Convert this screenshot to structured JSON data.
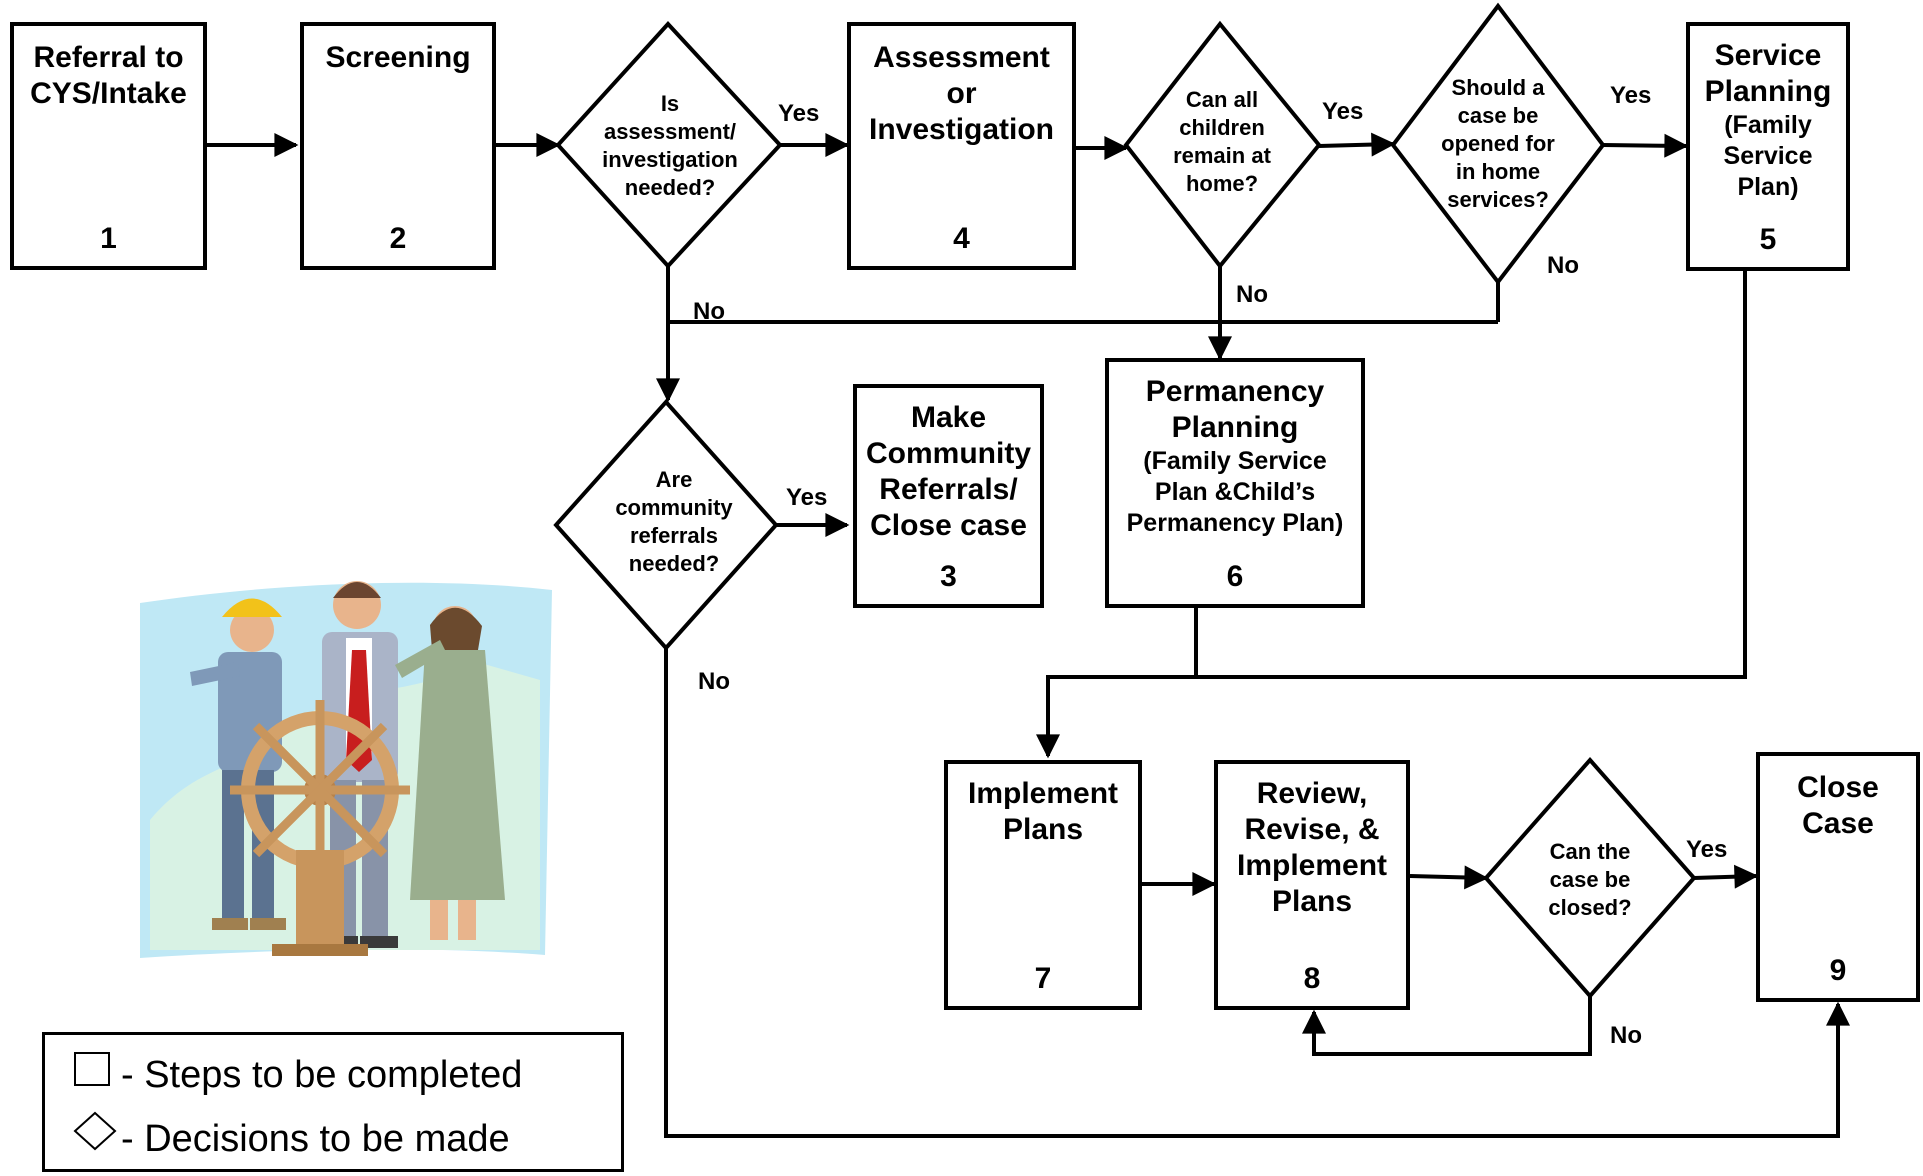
{
  "steps": [
    {
      "id": "referral",
      "title": [
        "Referral to",
        "CYS/Intake"
      ],
      "subtitle": [],
      "number": "1"
    },
    {
      "id": "screening",
      "title": [
        "Screening"
      ],
      "subtitle": [],
      "number": "2"
    },
    {
      "id": "community",
      "title": [
        "Make",
        "Community",
        "Referrals/",
        "Close case"
      ],
      "subtitle": [],
      "number": "3"
    },
    {
      "id": "assessment",
      "title": [
        "Assessment",
        "or",
        "Investigation"
      ],
      "subtitle": [],
      "number": "4"
    },
    {
      "id": "service",
      "title": [
        "Service",
        "Planning"
      ],
      "subtitle": [
        "(Family",
        "Service",
        "Plan)"
      ],
      "number": "5"
    },
    {
      "id": "permanency",
      "title": [
        "Permanency",
        "Planning"
      ],
      "subtitle": [
        "(Family Service",
        "Plan &Child’s",
        "Permanency Plan)"
      ],
      "number": "6"
    },
    {
      "id": "implement",
      "title": [
        "Implement",
        "Plans"
      ],
      "subtitle": [],
      "number": "7"
    },
    {
      "id": "review",
      "title": [
        "Review,",
        "Revise, &",
        "Implement",
        "Plans"
      ],
      "subtitle": [],
      "number": "8"
    },
    {
      "id": "close",
      "title": [
        "Close",
        "Case"
      ],
      "subtitle": [],
      "number": "9"
    }
  ],
  "decisions": [
    {
      "id": "assessment-needed",
      "text": [
        "Is",
        "assessment/",
        "investigation",
        "needed?"
      ]
    },
    {
      "id": "children-home",
      "text": [
        "Can all",
        "children",
        "remain at",
        "home?"
      ]
    },
    {
      "id": "in-home-services",
      "text": [
        "Should a",
        "case be",
        "opened for",
        "in home",
        "services?"
      ]
    },
    {
      "id": "community-needed",
      "text": [
        "Are",
        "community",
        "referrals",
        "needed?"
      ]
    },
    {
      "id": "case-closed",
      "text": [
        "Can the",
        "case be",
        "closed?"
      ]
    }
  ],
  "edge_labels": {
    "yes": "Yes",
    "no": "No"
  },
  "legend": {
    "steps": "- Steps to be completed",
    "decisions": "- Decisions to be made",
    "square_icon": "square-icon",
    "diamond_icon": "diamond-icon"
  },
  "illustration": {
    "icon": "team-steering-wheel-icon"
  }
}
